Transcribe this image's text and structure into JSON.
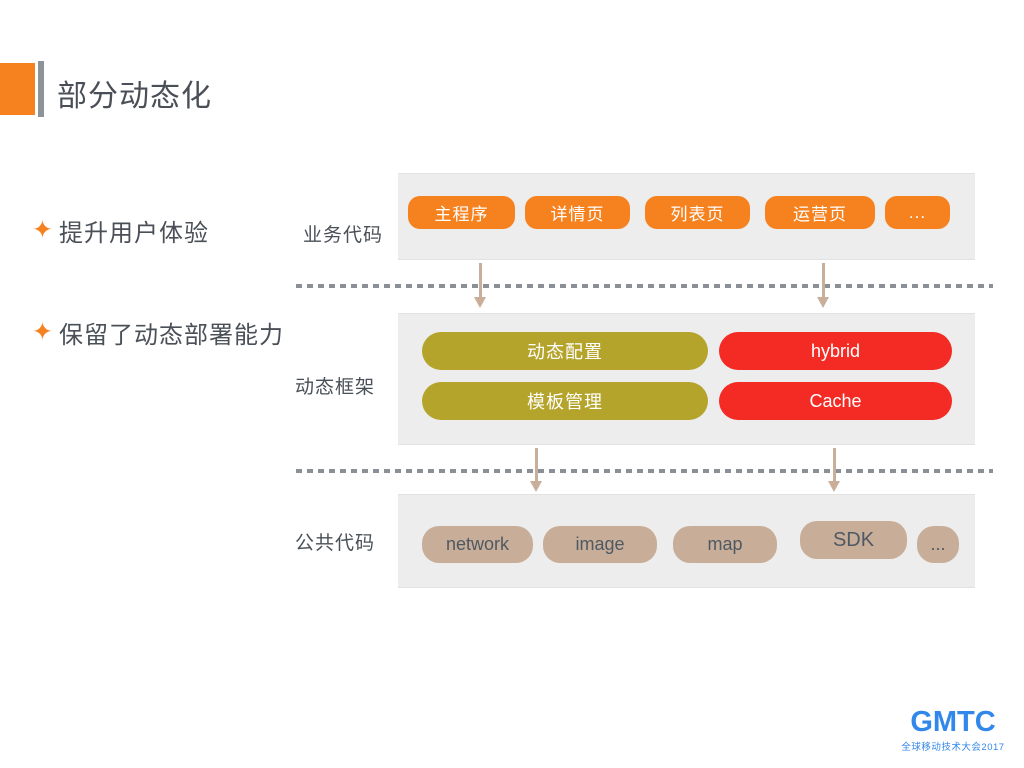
{
  "slide": {
    "title": "部分动态化",
    "bullet_marker": "✦",
    "bullets": [
      {
        "text": "提升用户体验"
      },
      {
        "text": "保留了动态部署能力"
      }
    ]
  },
  "diagram": {
    "business_layer": {
      "label": "业务代码",
      "pills": [
        "主程序",
        "详情页",
        "列表页",
        "运营页",
        "..."
      ]
    },
    "framework_layer": {
      "label": "动态框架",
      "left_pills": [
        "动态配置",
        "模板管理"
      ],
      "right_pills": [
        "hybrid",
        "Cache"
      ]
    },
    "common_layer": {
      "label": "公共代码",
      "pills": [
        "network",
        "image",
        "map",
        "SDK",
        "..."
      ]
    }
  },
  "footer_logo": {
    "text": "GMTC",
    "subtitle": "全球移动技术大会2017"
  },
  "colors": {
    "accent_orange": "#F6821F",
    "olive": "#B5A42C",
    "red": "#F32B24",
    "tan": "#C8AE98",
    "title_text": "#4A4F57",
    "box_background": "#EDEDEE",
    "dash_gray": "#8B9096",
    "arrow_tan": "#C9AF99",
    "logo_blue": "#3287EA"
  }
}
